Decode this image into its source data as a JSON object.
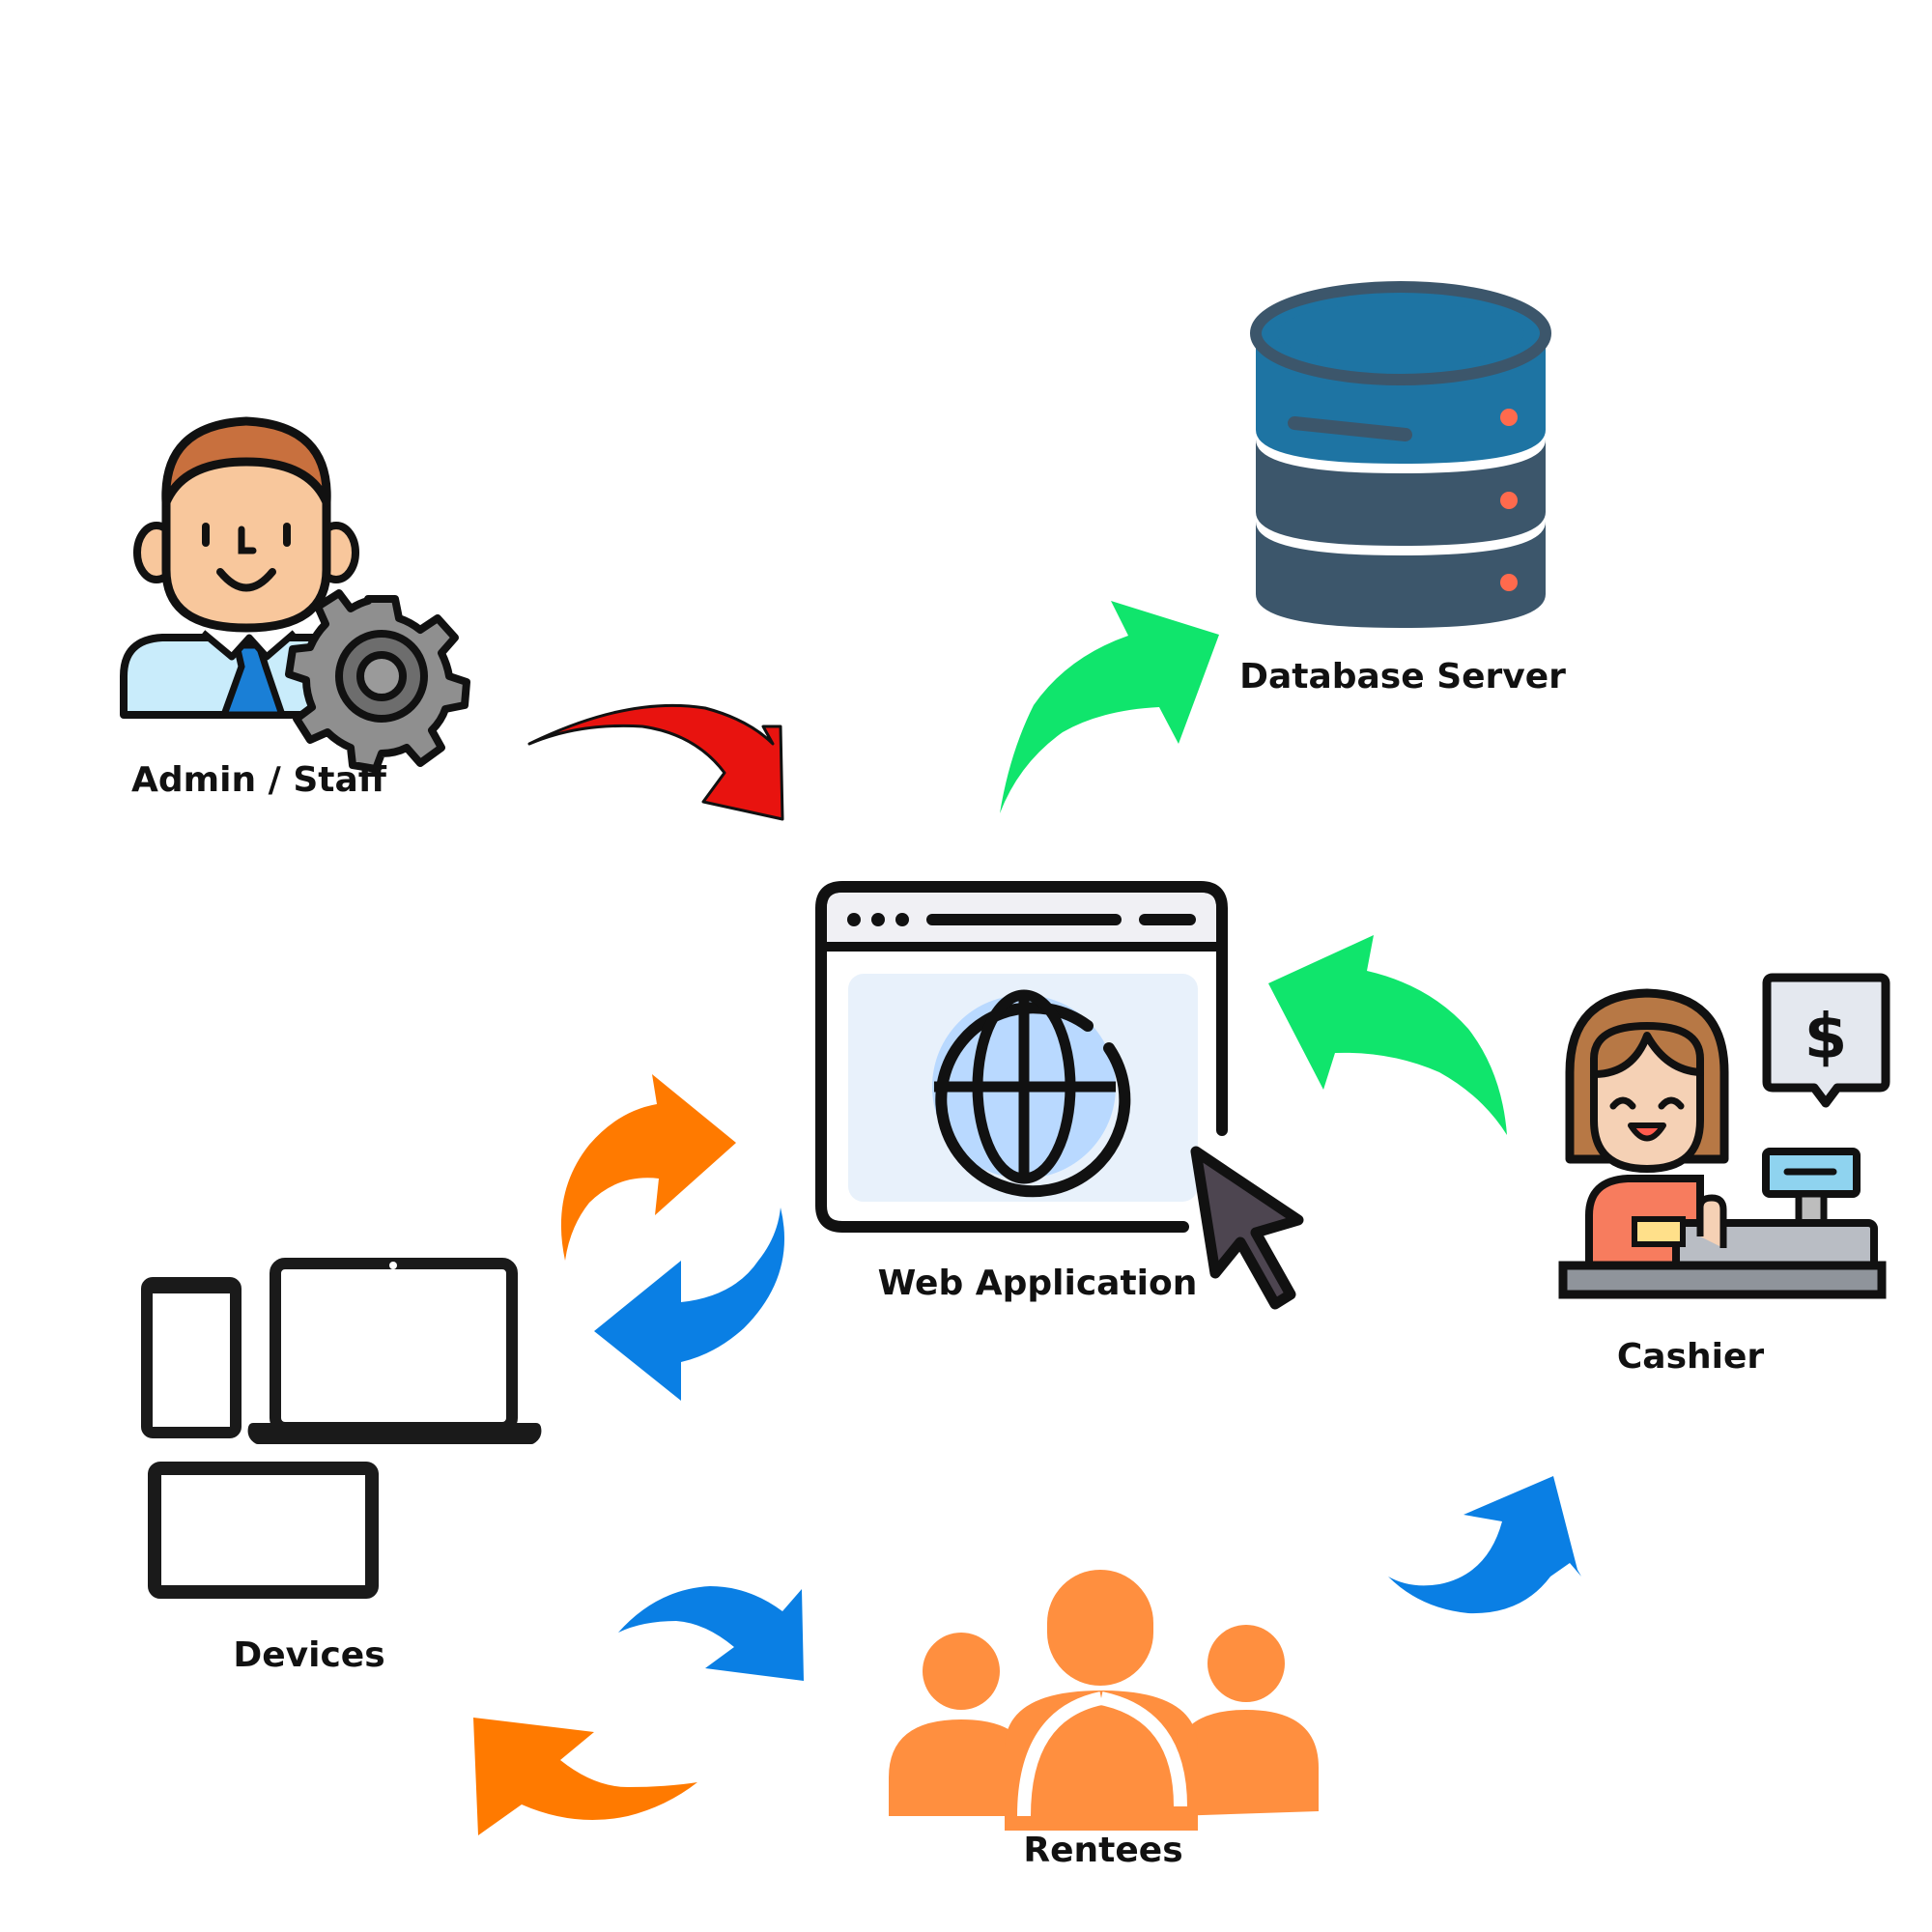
{
  "nodes": {
    "admin": {
      "label": "Admin / Staff",
      "icon": "admin-gear-icon"
    },
    "database": {
      "label": "Database Server",
      "icon": "database-icon"
    },
    "webapp": {
      "label": "Web Application",
      "icon": "browser-globe-icon"
    },
    "cashier": {
      "label": "Cashier",
      "icon": "cashier-register-icon"
    },
    "devices": {
      "label": "Devices",
      "icon": "devices-icon"
    },
    "rentees": {
      "label": "Rentees",
      "icon": "group-people-icon"
    }
  },
  "edges": [
    {
      "from": "admin",
      "to": "webapp",
      "color": "#e8130f"
    },
    {
      "from": "webapp",
      "to": "database",
      "color": "#10e56c"
    },
    {
      "from": "cashier",
      "to": "webapp",
      "color": "#10e56c"
    },
    {
      "from": "devices",
      "to": "webapp",
      "color": "#ff7a00"
    },
    {
      "from": "webapp",
      "to": "devices",
      "color": "#0a7fe4"
    },
    {
      "from": "devices",
      "to": "rentees",
      "color": "#0a7fe4"
    },
    {
      "from": "rentees",
      "to": "devices",
      "color": "#ff7a00"
    },
    {
      "from": "rentees",
      "to": "cashier",
      "color": "#0a7fe4"
    }
  ],
  "colors": {
    "red_arrow": "#e8130f",
    "green_arrow": "#10e56c",
    "orange_arrow": "#ff7a00",
    "blue_arrow": "#0a7fe4",
    "people": "#ff8f3f",
    "db_top": "#1e74a3",
    "db_body": "#3c566b"
  }
}
